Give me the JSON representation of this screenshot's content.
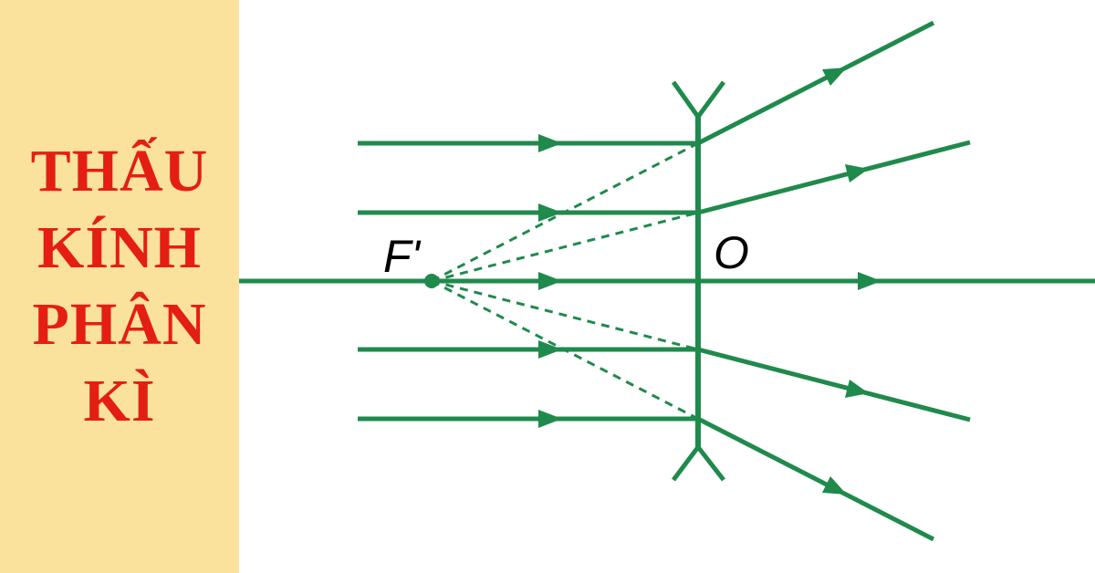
{
  "title_lines": [
    "THẤU",
    "KÍNH",
    "PHÂN",
    "KÌ"
  ],
  "labels": {
    "focus": "F'",
    "center": "O"
  },
  "colors": {
    "panel_bg": "#fbe29c",
    "title_text": "#e41e14",
    "ray": "#1f8a4c",
    "label_text": "#000000",
    "background": "#ffffff"
  }
}
